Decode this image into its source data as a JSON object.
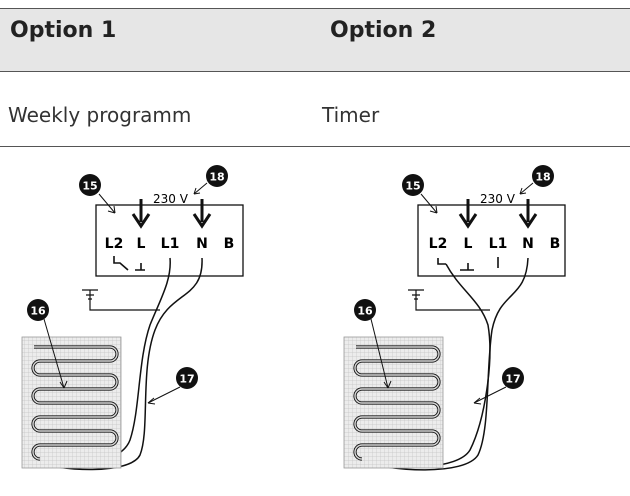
{
  "table": {
    "headers": [
      "Option 1",
      "Option 2"
    ],
    "row": [
      "Weekly programm",
      "Timer"
    ]
  },
  "diagram": {
    "voltage": "230 V",
    "terminals": [
      "L2",
      "L",
      "L1",
      "N",
      "B"
    ],
    "callouts": [
      "15",
      "16",
      "17",
      "18"
    ]
  },
  "colors": {
    "header_bg": "#e6e6e6",
    "rule": "#555555",
    "mat_fill": "#d8d8d8",
    "ink": "#111111"
  }
}
